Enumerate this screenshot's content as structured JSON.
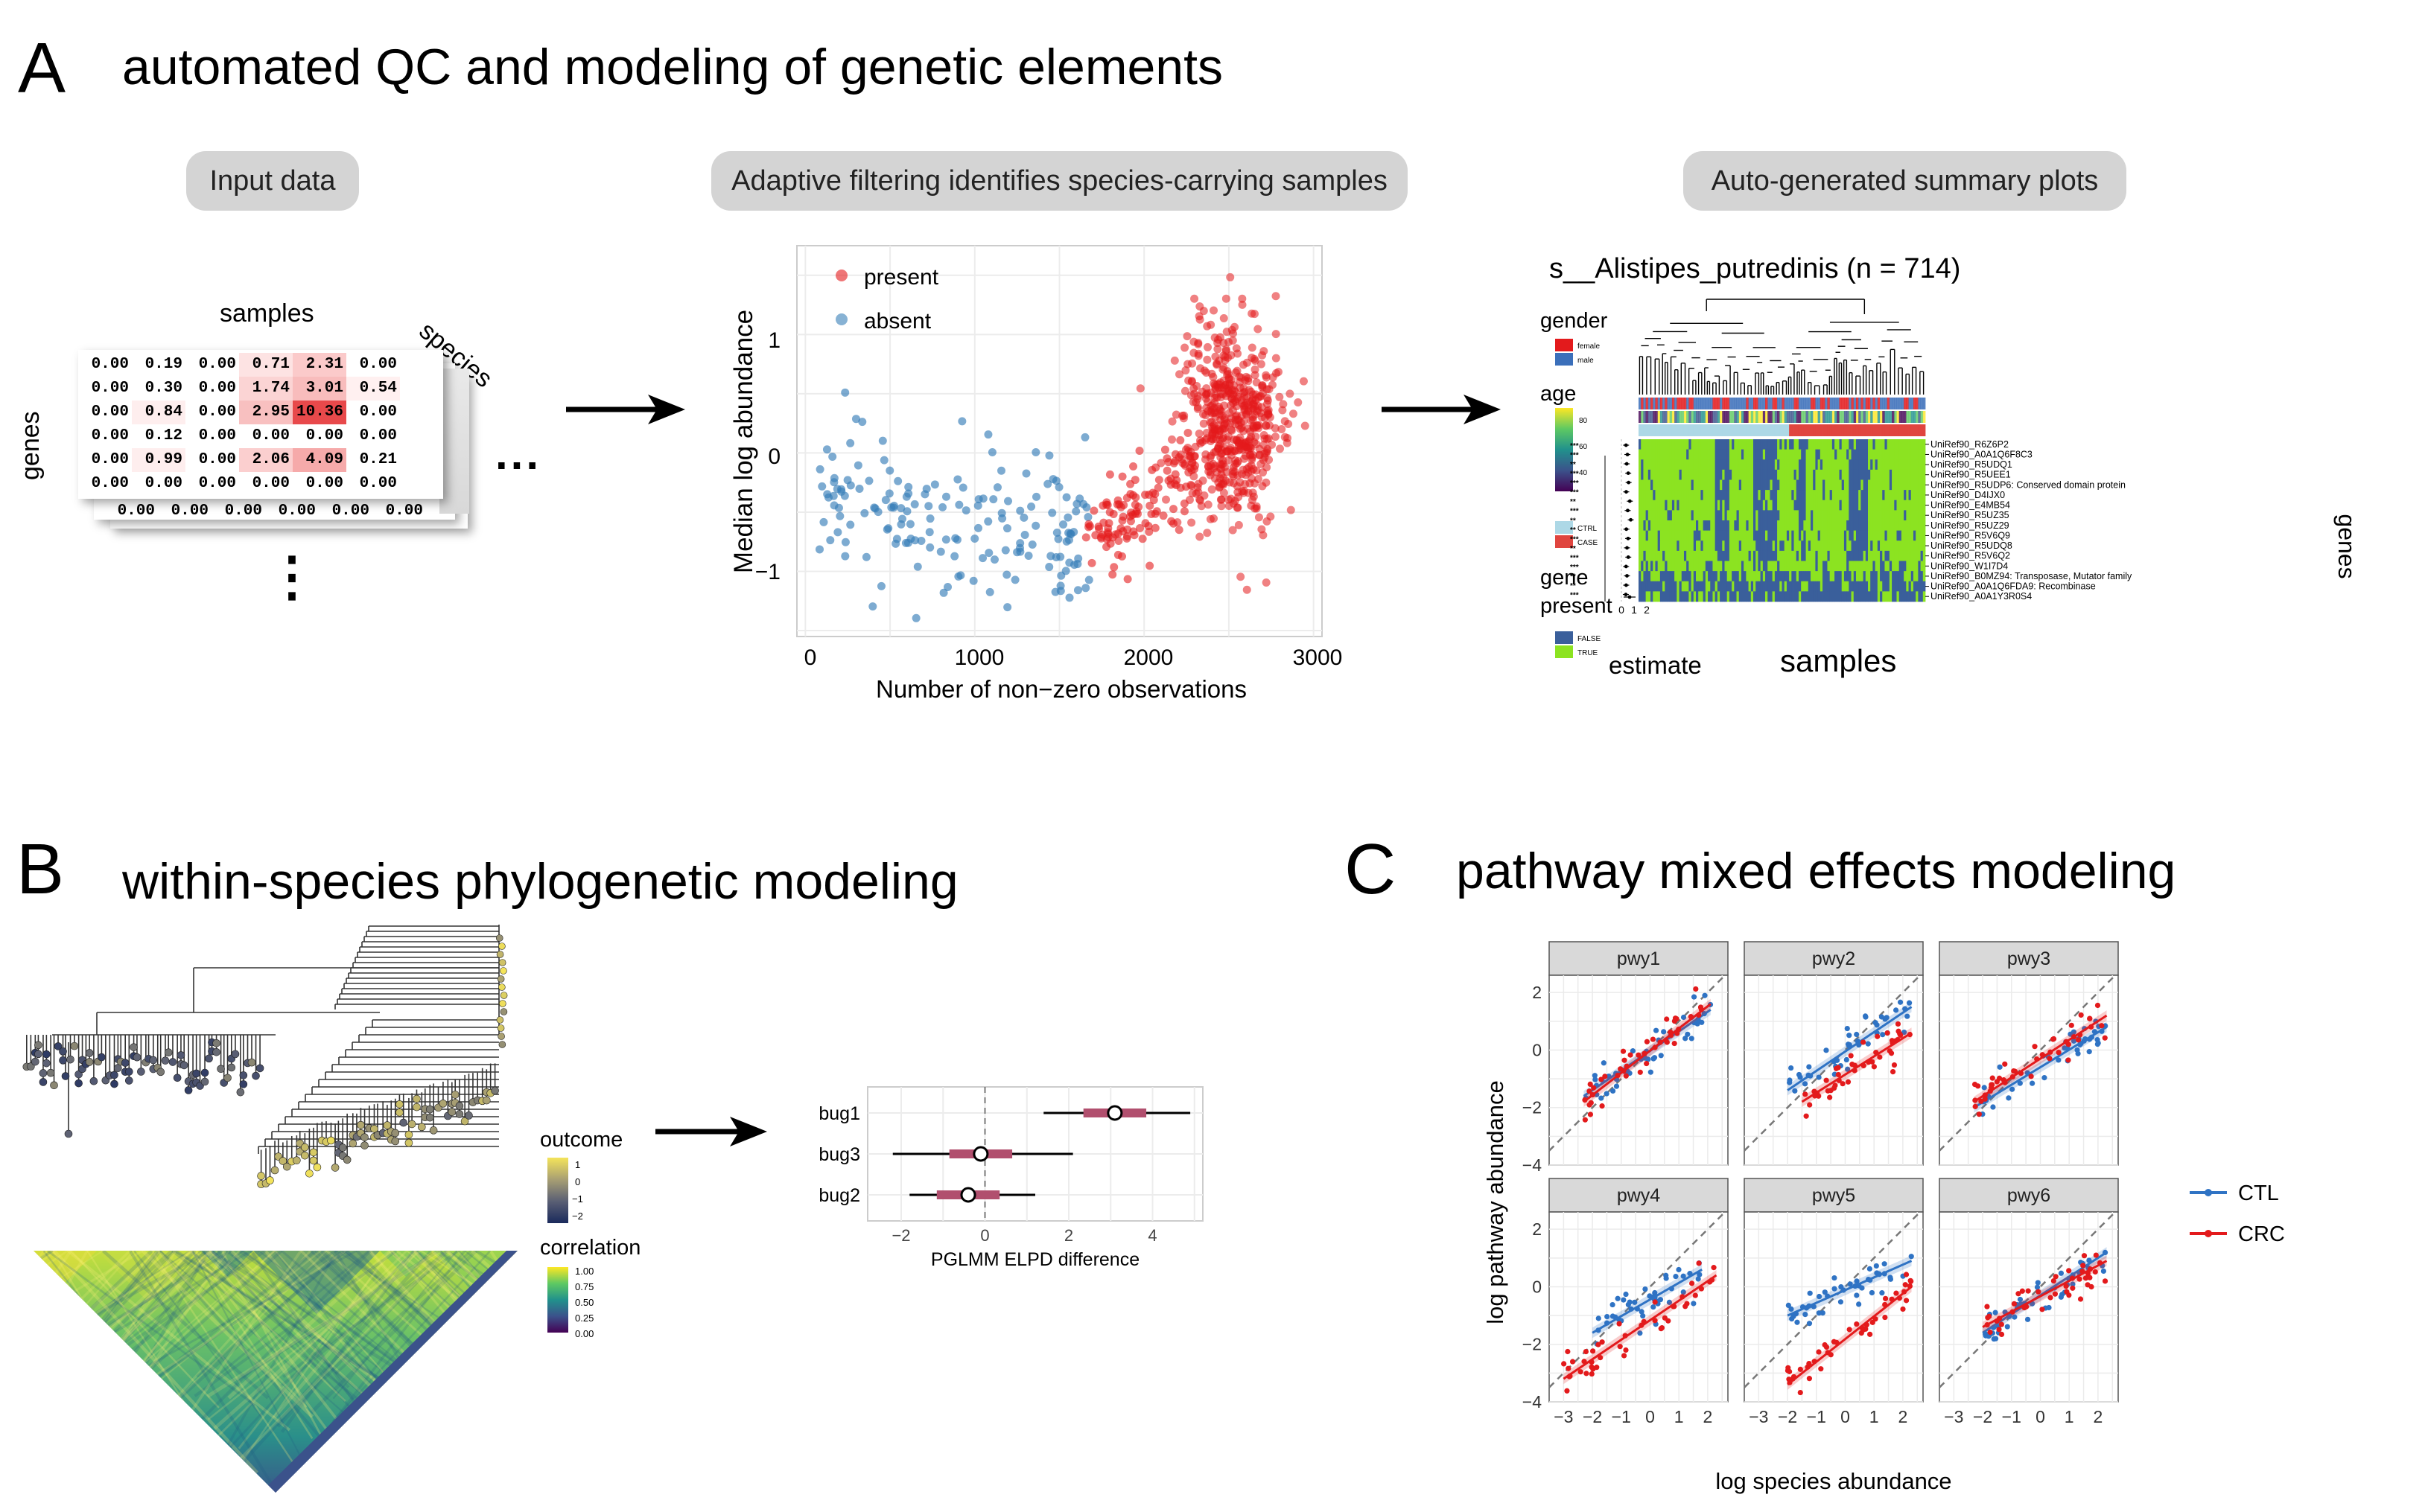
{
  "panelA": {
    "letter": "A",
    "title": "automated QC and modeling of genetic elements",
    "pills": [
      "Input data",
      "Adaptive filtering identifies species-carrying samples",
      "Auto-generated summary plots"
    ],
    "matrix": {
      "samples_label": "samples",
      "species_label": "species",
      "genes_label": "genes",
      "rows": [
        [
          "0.00",
          "0.19",
          "0.00",
          "0.71",
          "2.31",
          "0.00"
        ],
        [
          "0.00",
          "0.30",
          "0.00",
          "1.74",
          "3.01",
          "0.54"
        ],
        [
          "0.00",
          "0.84",
          "0.00",
          "2.95",
          "10.36",
          "0.00"
        ],
        [
          "0.00",
          "0.12",
          "0.00",
          "0.00",
          "0.00",
          "0.00"
        ],
        [
          "0.00",
          "0.99",
          "0.00",
          "2.06",
          "4.09",
          "0.21"
        ],
        [
          "0.00",
          "0.00",
          "0.00",
          "0.00",
          "0.00",
          "0.00"
        ]
      ],
      "bottom_row": [
        "0.00",
        "0.00",
        "0.00",
        "0.00",
        "0.00",
        "0.00"
      ],
      "ellipsis_h": "...",
      "ellipsis_v": "⋮"
    },
    "scatter": {
      "xlabel": "Number of non−zero observations",
      "ylabel": "Median log abundance",
      "xticks": [
        "0",
        "1000",
        "2000",
        "3000"
      ],
      "yticks": [
        "1",
        "0",
        "−1"
      ],
      "legend": [
        "present",
        "absent"
      ],
      "colors": {
        "present": "#e41a1c",
        "absent": "#377eb8"
      }
    },
    "heatmap": {
      "title": "s__Alistipes_putredinis (n = 714)",
      "legend_gender": "gender",
      "gender_items": [
        "female",
        "male"
      ],
      "legend_age": "age",
      "age_ticks": [
        "80",
        "60",
        "40"
      ],
      "group_items": [
        "CTRL",
        "CASE"
      ],
      "legend_gene": "gene",
      "legend_present": "present",
      "present_items": [
        "FALSE",
        "TRUE"
      ],
      "estimate_label": "estimate",
      "estimate_ticks": [
        "0",
        "1",
        "2"
      ],
      "samples_label": "samples",
      "genes_label": "genes",
      "stars": [
        "***",
        "***",
        "**",
        "***",
        "***",
        "***",
        "**",
        "***",
        "**",
        "**",
        "***",
        "**",
        "***",
        "***",
        "**",
        "**",
        "***"
      ],
      "gene_labels": [
        "UniRef90_R6Z6P2",
        "UniRef90_A0A1Q6F8C3",
        "UniRef90_R5UDQ1",
        "UniRef90_R5UEE1",
        "UniRef90_R5UDP6: Conserved domain protein",
        "UniRef90_D4IJX0",
        "UniRef90_E4MB54",
        "UniRef90_R5UZ35",
        "UniRef90_R5UZ29",
        "UniRef90_R5V6Q9",
        "UniRef90_R5UDQ8",
        "UniRef90_R5V6Q2",
        "UniRef90_W1I7D4",
        "UniRef90_B0MZ94: Transposase, Mutator family",
        "UniRef90_A0A1Q6FDA9: Recombinase",
        "UniRef90_A0A1Y3R0S4"
      ]
    }
  },
  "panelB": {
    "letter": "B",
    "title": "within-species phylogenetic modeling",
    "outcome_label": "outcome",
    "outcome_ticks": [
      "1",
      "0",
      "−1",
      "−2"
    ],
    "correlation_label": "correlation",
    "correlation_ticks": [
      "1.00",
      "0.75",
      "0.50",
      "0.25",
      "0.00"
    ],
    "forest": {
      "xlabel": "PGLMM ELPD difference",
      "xticks": [
        "−2",
        "0",
        "2",
        "4"
      ],
      "bugs": [
        "bug1",
        "bug3",
        "bug2"
      ]
    }
  },
  "panelC": {
    "letter": "C",
    "title": "pathway mixed effects modeling",
    "xlabel": "log species abundance",
    "ylabel": "log pathway abundance",
    "facets": [
      "pwy1",
      "pwy2",
      "pwy3",
      "pwy4",
      "pwy5",
      "pwy6"
    ],
    "xticks": [
      "−3",
      "−2",
      "−1",
      "0",
      "1",
      "2"
    ],
    "yticks": [
      "2",
      "0",
      "−2",
      "−4"
    ],
    "legend": [
      "CTL",
      "CRC"
    ],
    "colors": {
      "CTL": "#2f73c4",
      "CRC": "#e31a1c"
    }
  },
  "chart_data": [
    {
      "type": "scatter",
      "title": "",
      "xlabel": "Number of non−zero observations",
      "ylabel": "Median log abundance",
      "xlim": [
        -50,
        3050
      ],
      "ylim": [
        -1.55,
        1.75
      ],
      "series": [
        {
          "name": "absent",
          "points": [
            [
              150,
              0.2
            ],
            [
              220,
              -0.1
            ],
            [
              300,
              -0.6
            ],
            [
              400,
              0.6
            ],
            [
              500,
              -0.8
            ],
            [
              650,
              -0.4
            ],
            [
              800,
              -0.7
            ],
            [
              900,
              -0.5
            ],
            [
              1100,
              -0.9
            ],
            [
              1300,
              -0.6
            ],
            [
              1500,
              -0.5
            ],
            [
              1650,
              -0.7
            ]
          ]
        },
        {
          "name": "present",
          "points": [
            [
              1800,
              -0.7
            ],
            [
              2000,
              -0.6
            ],
            [
              2200,
              -0.3
            ],
            [
              2350,
              0.2
            ],
            [
              2450,
              0.6
            ],
            [
              2550,
              0.3
            ],
            [
              2600,
              1.0
            ],
            [
              2650,
              -0.2
            ],
            [
              2700,
              0.5
            ],
            [
              2850,
              0.0
            ]
          ]
        }
      ]
    },
    {
      "type": "scatter",
      "title": "",
      "xlabel": "PGLMM ELPD difference",
      "ylabel": "",
      "xlim": [
        -2.8,
        5.2
      ],
      "categories": [
        "bug1",
        "bug3",
        "bug2"
      ],
      "series": [
        {
          "name": "estimate",
          "values": [
            3.1,
            -0.1,
            -0.4
          ]
        },
        {
          "name": "interval_low",
          "values": [
            1.4,
            -2.2,
            -1.8
          ]
        },
        {
          "name": "interval_high",
          "values": [
            4.9,
            2.1,
            1.2
          ]
        }
      ]
    },
    {
      "type": "scatter",
      "title": "",
      "xlabel": "log species abundance",
      "ylabel": "log pathway abundance",
      "xlim": [
        -3.5,
        2.7
      ],
      "ylim": [
        -4,
        2.6
      ],
      "facets": [
        {
          "name": "pwy1",
          "CTL_fit": [
            [
              -2.3,
              -1.6
            ],
            [
              2.1,
              1.4
            ]
          ],
          "CRC_fit": [
            [
              -2.3,
              -1.8
            ],
            [
              2.1,
              1.6
            ]
          ]
        },
        {
          "name": "pwy2",
          "CTL_fit": [
            [
              -2.0,
              -1.4
            ],
            [
              2.3,
              1.5
            ]
          ],
          "CRC_fit": [
            [
              -1.5,
              -1.8
            ],
            [
              2.3,
              0.6
            ]
          ]
        },
        {
          "name": "pwy3",
          "CTL_fit": [
            [
              -2.3,
              -2.0
            ],
            [
              2.3,
              0.8
            ]
          ],
          "CRC_fit": [
            [
              -2.3,
              -1.8
            ],
            [
              2.3,
              1.2
            ]
          ]
        },
        {
          "name": "pwy4",
          "CTL_fit": [
            [
              -2.0,
              -1.6
            ],
            [
              1.8,
              0.6
            ]
          ],
          "CRC_fit": [
            [
              -3.0,
              -3.2
            ],
            [
              2.3,
              0.4
            ]
          ]
        },
        {
          "name": "pwy5",
          "CTL_fit": [
            [
              -2.0,
              -1.0
            ],
            [
              2.3,
              0.9
            ]
          ],
          "CRC_fit": [
            [
              -2.0,
              -3.4
            ],
            [
              2.3,
              0.0
            ]
          ]
        },
        {
          "name": "pwy6",
          "CTL_fit": [
            [
              -2.0,
              -1.6
            ],
            [
              2.3,
              1.2
            ]
          ],
          "CRC_fit": [
            [
              -2.0,
              -1.4
            ],
            [
              2.3,
              0.9
            ]
          ]
        }
      ]
    }
  ]
}
